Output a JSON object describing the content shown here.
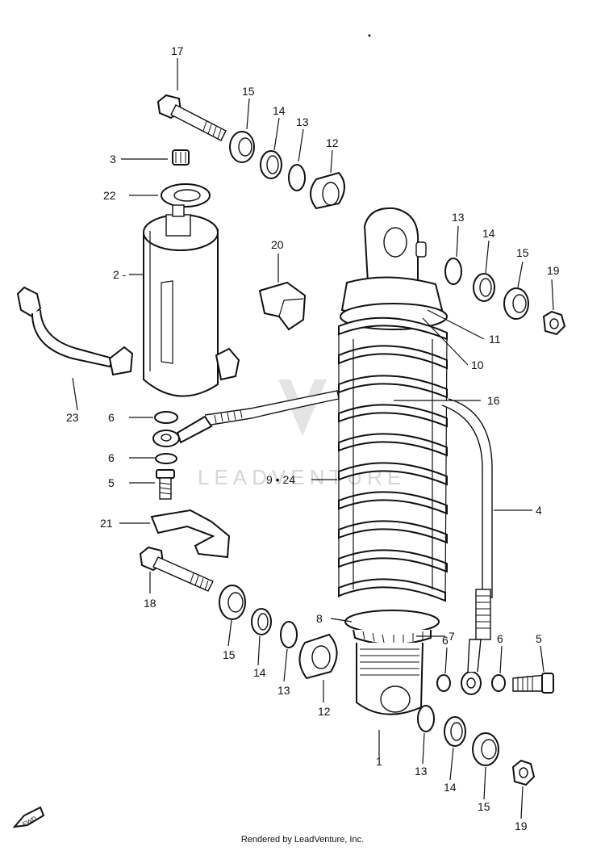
{
  "diagram": {
    "callouts": {
      "c17": "17",
      "c15a": "15",
      "c14a": "14",
      "c13a": "13",
      "c12a": "12",
      "c3": "3",
      "c22": "22",
      "c2": "2 -",
      "c20": "20",
      "c23": "23",
      "c6a": "6",
      "c6b": "6",
      "c5a": "5",
      "c21": "21",
      "c18": "18",
      "c15b": "15",
      "c14b": "14",
      "c13b": "13",
      "c12b": "12",
      "c13c": "13",
      "c14c": "14",
      "c15c": "15",
      "c19a": "19",
      "c11": "11",
      "c10": "10",
      "c16": "16",
      "c924": "9 • 24",
      "c4": "4",
      "c8": "8",
      "c7": "7",
      "c6c": "6",
      "c6d": "6",
      "c5b": "5",
      "c1": "1",
      "c13d": "13",
      "c14d": "14",
      "c15d": "15",
      "c19b": "19"
    },
    "watermark": "LEADVENTURE",
    "fwd_label": "FWD"
  },
  "footer": {
    "credit": "Rendered by LeadVenture, Inc."
  }
}
